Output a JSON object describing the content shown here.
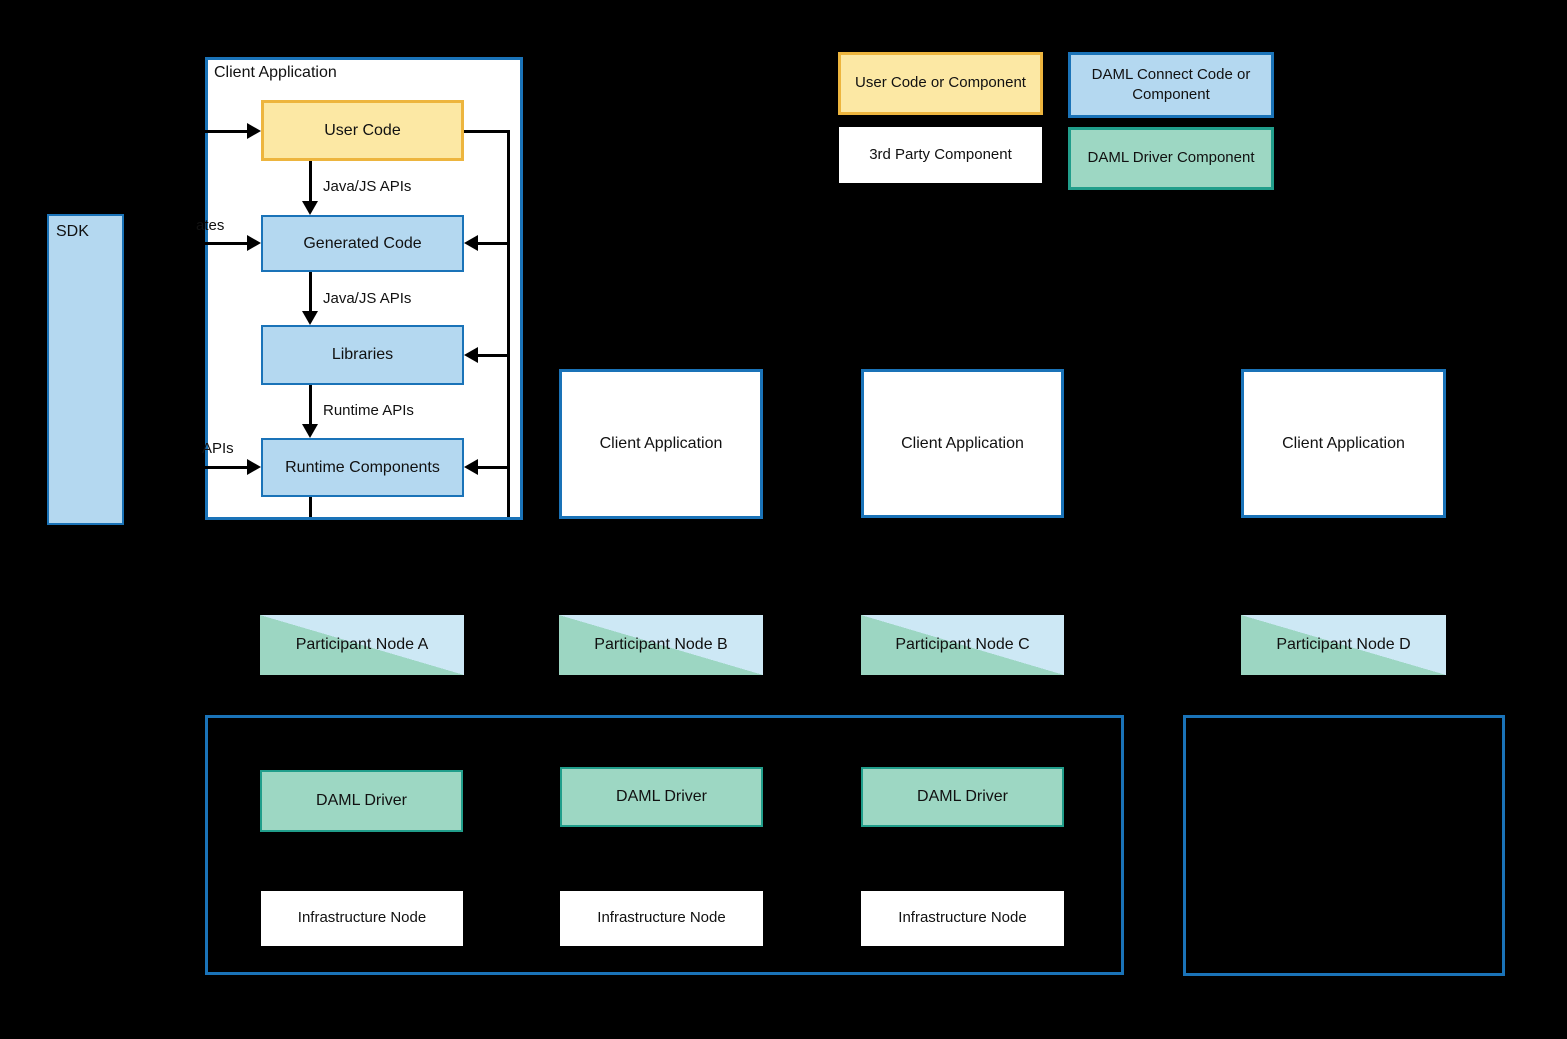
{
  "colors": {
    "background": "#000000",
    "blue_border": "#1a73b8",
    "blue_fill": "#b4d8f0",
    "yellow_fill": "#fce8a4",
    "yellow_border": "#edb53e",
    "green_fill": "#9dd7c3",
    "green_border": "#219e8b",
    "participant_blue": "#cde8f5",
    "participant_green": "#9cd6c2",
    "white": "#ffffff",
    "line_black": "#000000"
  },
  "sdk": {
    "label": "SDK"
  },
  "client_app_main": {
    "title": "Client Application",
    "boxes": {
      "user_code": "User Code",
      "generated_code": "Generated Code",
      "libraries": "Libraries",
      "runtime_components": "Runtime Components"
    },
    "edge_labels": {
      "java_js_1": "Java/JS APIs",
      "java_js_2": "Java/JS APIs",
      "runtime": "Runtime APIs",
      "generates_fragment": "ates",
      "apis_fragment": "APIs"
    }
  },
  "legend": {
    "user_code": "User Code or Component",
    "daml_connect": "DAML Connect Code or Component",
    "third_party": "3rd Party Component",
    "daml_driver": "DAML Driver Component"
  },
  "client_apps": [
    {
      "label": "Client Application"
    },
    {
      "label": "Client Application"
    },
    {
      "label": "Client Application"
    }
  ],
  "participant_nodes": [
    {
      "label": "Participant Node A"
    },
    {
      "label": "Participant Node B"
    },
    {
      "label": "Participant Node C"
    },
    {
      "label": "Participant Node D"
    }
  ],
  "daml_drivers": [
    {
      "label": "DAML Driver"
    },
    {
      "label": "DAML Driver"
    },
    {
      "label": "DAML Driver"
    }
  ],
  "infrastructure_nodes": [
    {
      "label": "Infrastructure Node"
    },
    {
      "label": "Infrastructure Node"
    },
    {
      "label": "Infrastructure Node"
    }
  ]
}
